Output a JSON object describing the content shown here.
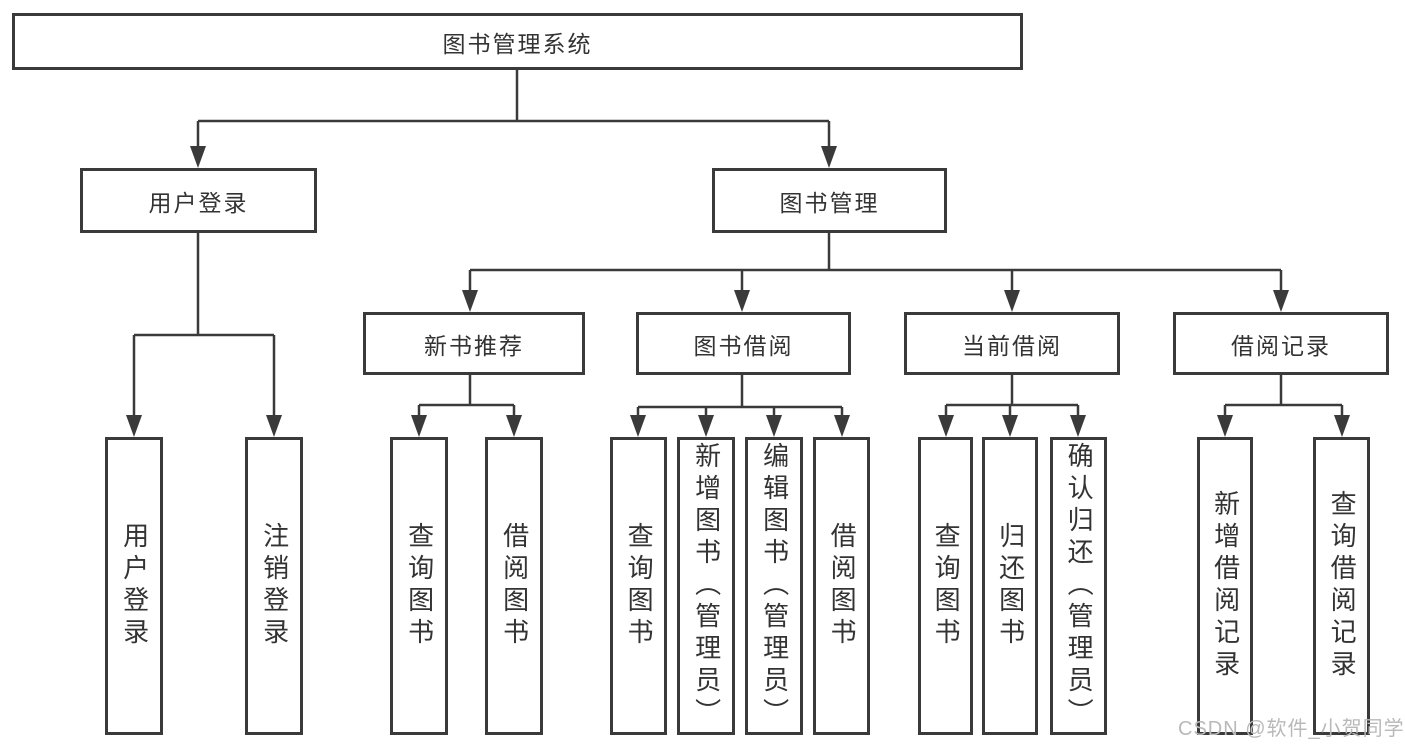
{
  "diagram": {
    "type": "hierarchy-tree",
    "title": "图书管理系统"
  },
  "nodes": {
    "root": "图书管理系统",
    "user_login_branch": "用户登录",
    "book_mgmt_branch": "图书管理",
    "new_book_rec": "新书推荐",
    "book_borrowing": "图书借阅",
    "current_borrowing": "当前借阅",
    "borrowing_records": "借阅记录",
    "leaf_user_login": "用户登录",
    "leaf_logout": "注销登录",
    "leaf_nr_query_books": "查询图书",
    "leaf_nr_borrow_books": "借阅图书",
    "leaf_bb_query_books": "查询图书",
    "leaf_bb_add_books": "新增图书（管理员）",
    "leaf_bb_edit_books": "编辑图书（管理员）",
    "leaf_bb_borrow_books": "借阅图书",
    "leaf_cb_query_books": "查询图书",
    "leaf_cb_return_books": "归还图书",
    "leaf_cb_confirm_return": "确认归还（管理员）",
    "leaf_br_add_record": "新增借阅记录",
    "leaf_br_query_record": "查询借阅记录"
  },
  "hierarchy": {
    "图书管理系统": {
      "用户登录": [
        "用户登录",
        "注销登录"
      ],
      "图书管理": {
        "新书推荐": [
          "查询图书",
          "借阅图书"
        ],
        "图书借阅": [
          "查询图书",
          "新增图书（管理员）",
          "编辑图书（管理员）",
          "借阅图书"
        ],
        "当前借阅": [
          "查询图书",
          "归还图书",
          "确认归还（管理员）"
        ],
        "借阅记录": [
          "新增借阅记录",
          "查询借阅记录"
        ]
      }
    }
  },
  "watermark": "CSDN @软件_小贺同学",
  "colors": {
    "border": "#3a3a3a",
    "line": "#3a3a3a",
    "text": "#333333",
    "background": "#ffffff",
    "watermark": "#b9b9b9"
  }
}
